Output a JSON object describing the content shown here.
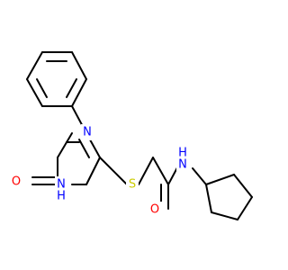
{
  "atoms": {
    "n_upper": {
      "label": "N",
      "color": "#0000FF"
    },
    "nh_lower": {
      "label": "N",
      "color": "#0000FF"
    },
    "h_lower": {
      "label": "H",
      "color": "#0000FF"
    },
    "o_ring": {
      "label": "O",
      "color": "#FF0000"
    },
    "s": {
      "label": "S",
      "color": "#CCCC00"
    },
    "o_amide": {
      "label": "O",
      "color": "#FF0000"
    },
    "nh_amide": {
      "label": "N",
      "color": "#0000FF"
    },
    "h_amide": {
      "label": "H",
      "color": "#0000FF"
    }
  }
}
